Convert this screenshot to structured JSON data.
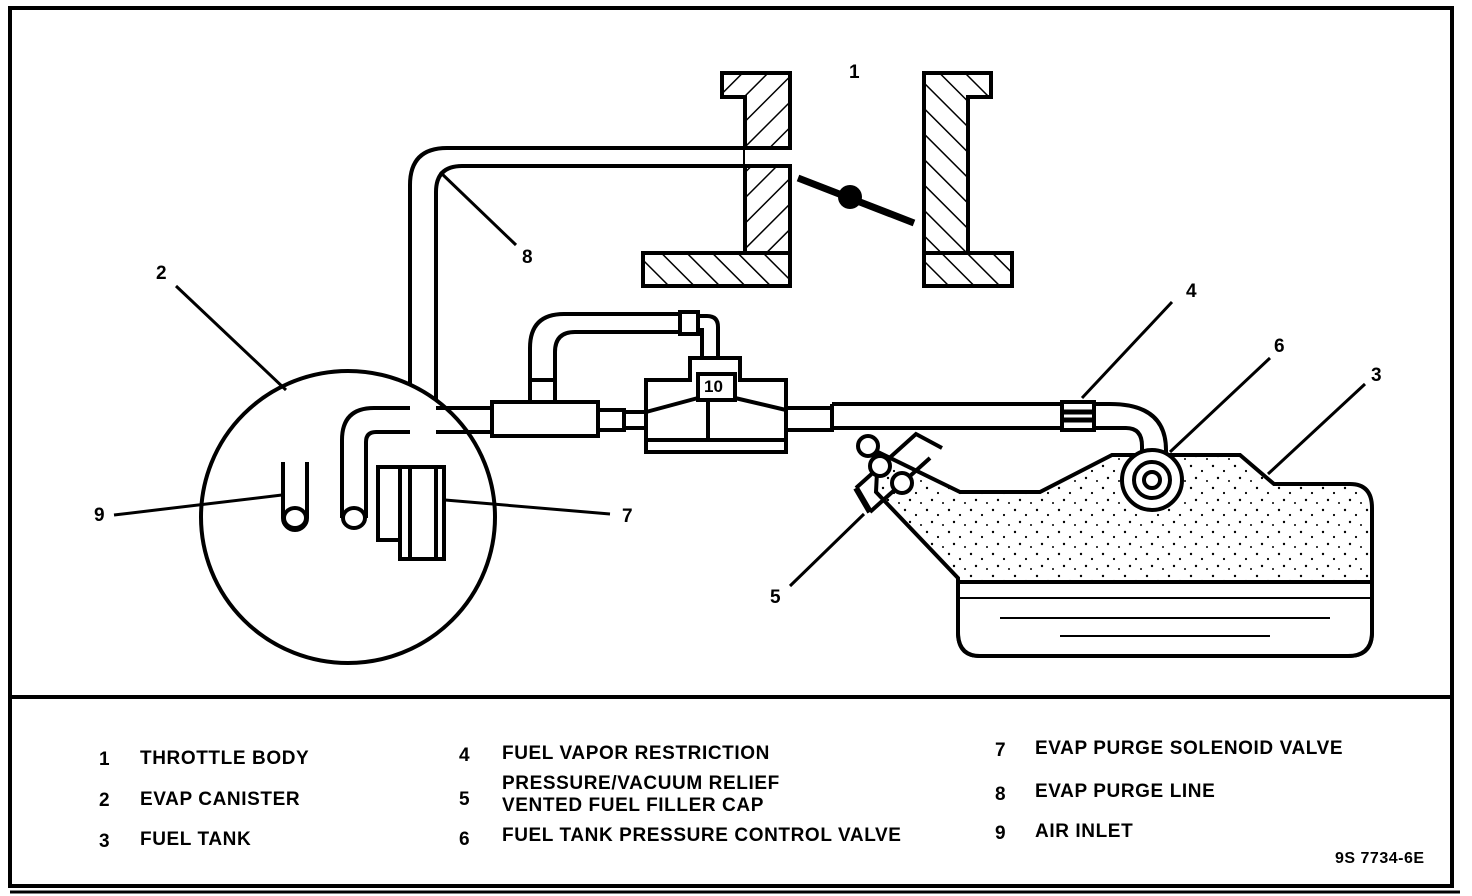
{
  "diagram": {
    "callouts": [
      {
        "id": "1",
        "text": "1"
      },
      {
        "id": "2",
        "text": "2"
      },
      {
        "id": "3",
        "text": "3"
      },
      {
        "id": "4",
        "text": "4"
      },
      {
        "id": "5",
        "text": "5"
      },
      {
        "id": "6",
        "text": "6"
      },
      {
        "id": "7",
        "text": "7"
      },
      {
        "id": "8",
        "text": "8"
      },
      {
        "id": "9",
        "text": "9"
      },
      {
        "id": "10",
        "text": "10"
      }
    ]
  },
  "legend": {
    "items": [
      {
        "num": "1",
        "label": "THROTTLE BODY"
      },
      {
        "num": "2",
        "label": "EVAP CANISTER"
      },
      {
        "num": "3",
        "label": "FUEL TANK"
      },
      {
        "num": "4",
        "label": "FUEL VAPOR RESTRICTION"
      },
      {
        "num": "5",
        "label_line1": "PRESSURE/VACUUM RELIEF",
        "label_line2": "VENTED FUEL FILLER CAP"
      },
      {
        "num": "6",
        "label": "FUEL TANK PRESSURE CONTROL VALVE"
      },
      {
        "num": "7",
        "label": "EVAP PURGE SOLENOID VALVE"
      },
      {
        "num": "8",
        "label": "EVAP PURGE LINE"
      },
      {
        "num": "9",
        "label": "AIR INLET"
      }
    ]
  },
  "reference_code": "9S 7734-6E"
}
